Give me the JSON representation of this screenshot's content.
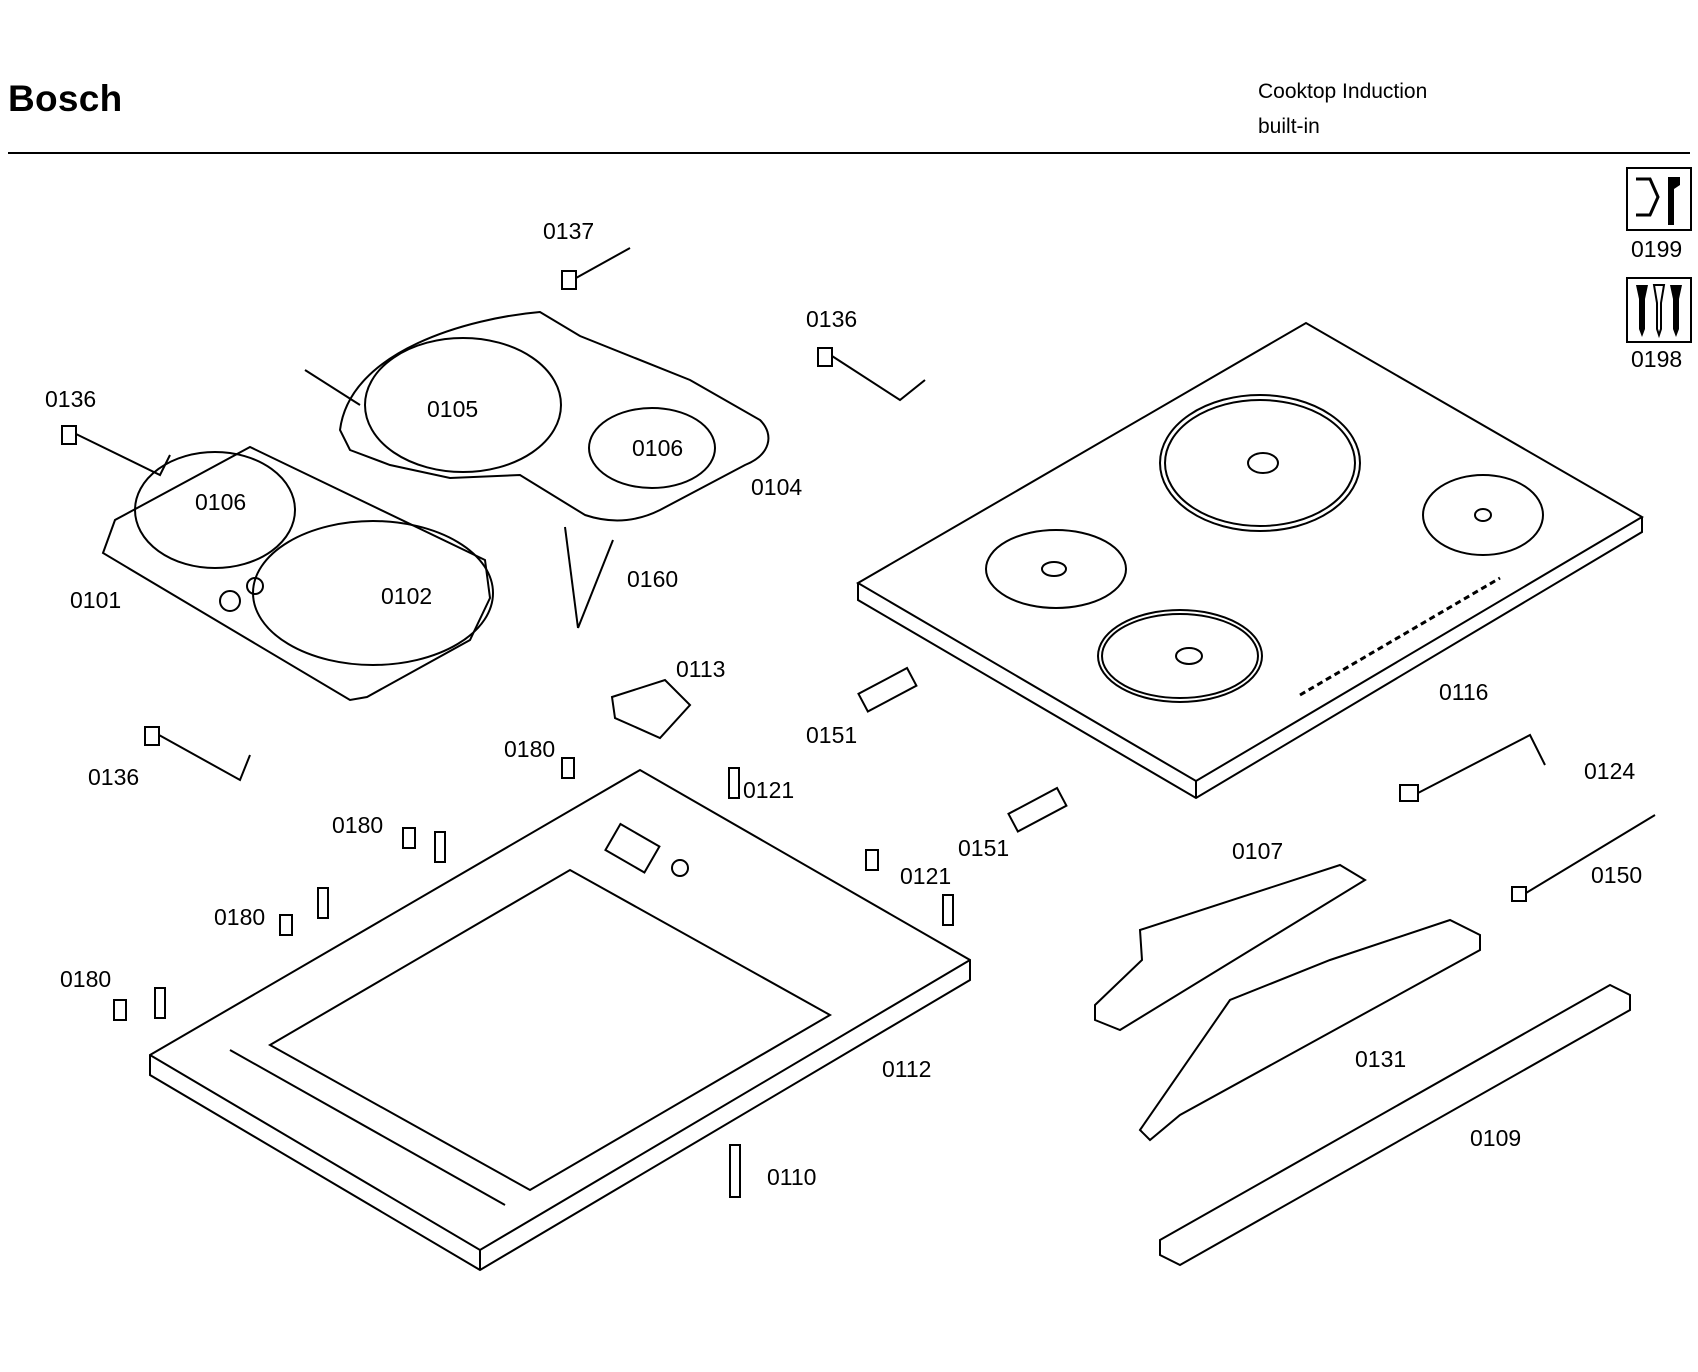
{
  "header": {
    "brand": "Bosch",
    "product_line1": "Cooktop Induction",
    "product_line2": "built-in"
  },
  "tools": [
    {
      "number": "0199",
      "icon": "wrench-icon"
    },
    {
      "number": "0198",
      "icon": "screwdriver-icon"
    }
  ],
  "parts": {
    "p0137": "0137",
    "p0136a": "0136",
    "p0136b": "0136",
    "p0136c": "0136",
    "p0105": "0105",
    "p0106a": "0106",
    "p0106b": "0106",
    "p0104": "0104",
    "p0101": "0101",
    "p0102": "0102",
    "p0160": "0160",
    "p0113": "0113",
    "p0151a": "0151",
    "p0151b": "0151",
    "p0116": "0116",
    "p0124": "0124",
    "p0150": "0150",
    "p0180a": "0180",
    "p0180b": "0180",
    "p0180c": "0180",
    "p0180d": "0180",
    "p0121a": "0121",
    "p0121b": "0121",
    "p0107": "0107",
    "p0112": "0112",
    "p0131": "0131",
    "p0109": "0109",
    "p0110": "0110"
  }
}
